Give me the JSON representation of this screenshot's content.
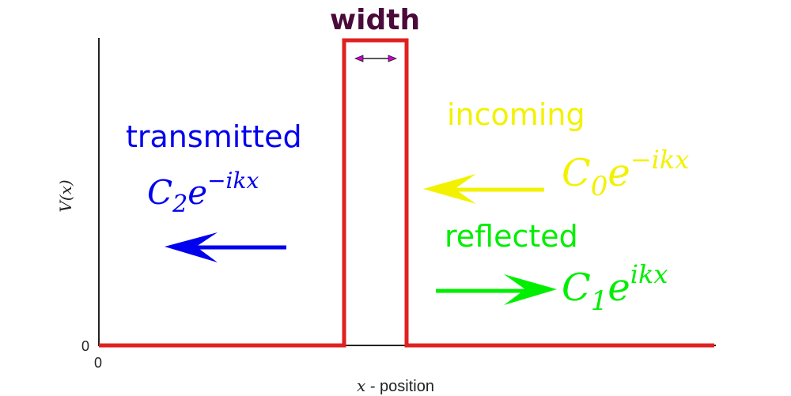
{
  "labels": {
    "width": "width",
    "transmitted": "transmitted",
    "incoming": "incoming",
    "reflected": "reflected"
  },
  "axes": {
    "y_label": "V(x)",
    "x_label_var": "x",
    "x_label_suffix": " - position",
    "y_zero": "0",
    "x_zero": "0"
  },
  "equations": {
    "transmitted": {
      "base": "C",
      "sub": "2",
      "e": "e",
      "exp": "−ikx"
    },
    "incoming": {
      "base": "C",
      "sub": "0",
      "e": "e",
      "exp": "−ikx"
    },
    "reflected": {
      "base": "C",
      "sub": "1",
      "e": "e",
      "exp": "ikx"
    }
  },
  "colors": {
    "barrier": "#e02020",
    "transmitted": "#0000ee",
    "incoming": "#f2f200",
    "reflected": "#00ee00",
    "width_label": "#4a0a3a",
    "width_arrow_head": "#cc00cc",
    "axis": "#222222"
  },
  "icons": {
    "transmitted_arrow": "arrow-left-icon",
    "incoming_arrow": "arrow-left-icon",
    "reflected_arrow": "arrow-right-icon",
    "width_arrow": "double-arrow-icon"
  }
}
